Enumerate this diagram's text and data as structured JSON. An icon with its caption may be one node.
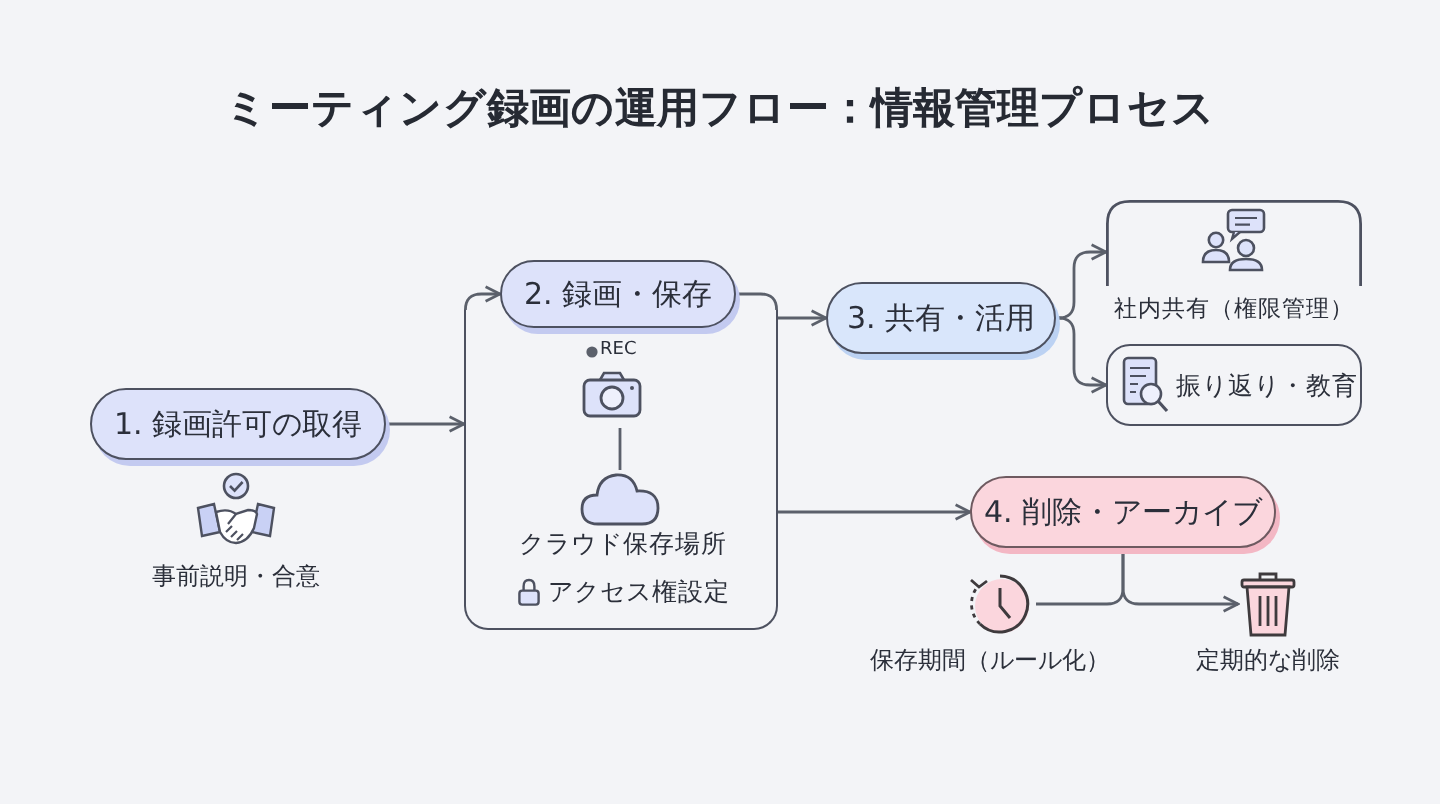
{
  "diagram": {
    "title": "ミーティング録画の運用フロー：情報管理プロセス",
    "nodes": [
      {
        "text": [
          "1. 録画許可の取得"
        ]
      },
      {
        "text": [
          "2. 録画・保存"
        ]
      },
      {
        "text": [
          "REC",
          "クラウド保存場所",
          "アクセス権設定"
        ]
      },
      {
        "text": [
          "3. 共有・活用"
        ]
      },
      {
        "text": [
          "社内共有（権限管理）"
        ]
      },
      {
        "text": [
          "振り返り・教育"
        ]
      },
      {
        "text": [
          "4. 削除・アーカイブ"
        ]
      },
      {
        "text": [],
        "shape": "picture",
        "beside": [
          "保存期間（ルール化）"
        ]
      },
      {
        "text": [],
        "shape": "picture",
        "beside": [
          "定期的な削除"
        ]
      }
    ],
    "edges": [
      {
        "from": 0,
        "to": 2,
        "arrow": "to"
      },
      {
        "from": 2,
        "to": 1,
        "arrow": "to"
      },
      {
        "from": 1,
        "to": 2,
        "arrow": "none"
      },
      {
        "from": 2,
        "to": 3,
        "arrow": "to"
      },
      {
        "from": 3,
        "to": 4,
        "arrow": "to"
      },
      {
        "from": 3,
        "to": 5,
        "arrow": "to"
      },
      {
        "from": 2,
        "to": 6,
        "arrow": "to"
      },
      {
        "from": 6,
        "to": 7,
        "arrow": "none"
      },
      {
        "from": 6,
        "to": 8,
        "arrow": "to"
      }
    ],
    "labels": [
      "事前説明・合意"
    ]
  }
}
